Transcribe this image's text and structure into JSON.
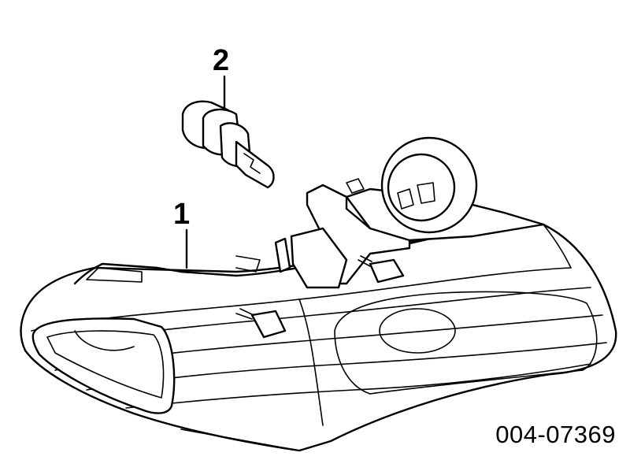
{
  "callouts": [
    {
      "id": "1",
      "label": "1",
      "part": "headlamp-housing"
    },
    {
      "id": "2",
      "label": "2",
      "part": "headlamp-bulb"
    }
  ],
  "figure_id": "004-07369",
  "colors": {
    "ink": "#000000",
    "paper": "#ffffff"
  }
}
